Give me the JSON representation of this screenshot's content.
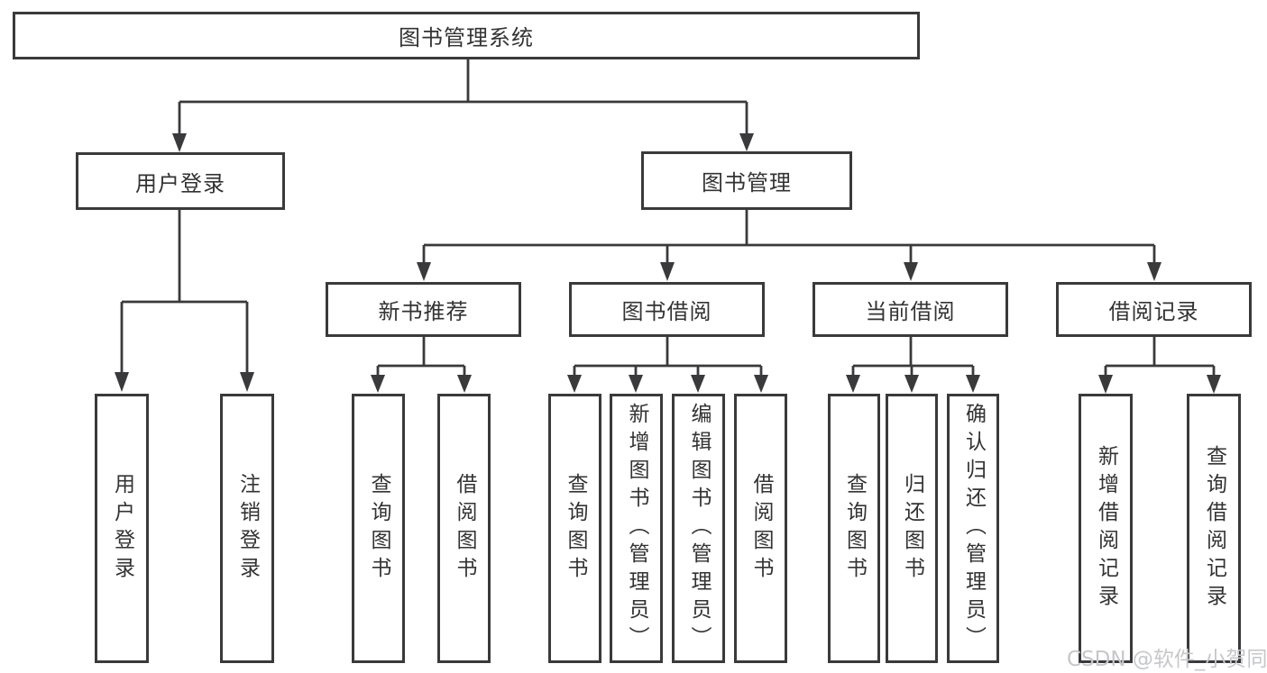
{
  "tree": {
    "label": "图书管理系统",
    "children": [
      {
        "label": "用户登录",
        "children": [
          {
            "label": "用户登录"
          },
          {
            "label": "注销登录"
          }
        ]
      },
      {
        "label": "图书管理",
        "children": [
          {
            "label": "新书推荐",
            "children": [
              {
                "label": "查询图书"
              },
              {
                "label": "借阅图书"
              }
            ]
          },
          {
            "label": "图书借阅",
            "children": [
              {
                "label": "查询图书"
              },
              {
                "label": "新增图书（管理员）"
              },
              {
                "label": "编辑图书（管理员）"
              },
              {
                "label": "借阅图书"
              }
            ]
          },
          {
            "label": "当前借阅",
            "children": [
              {
                "label": "查询图书"
              },
              {
                "label": "归还图书"
              },
              {
                "label": "确认归还（管理员）"
              }
            ]
          },
          {
            "label": "借阅记录",
            "children": [
              {
                "label": "新增借阅记录"
              },
              {
                "label": "查询借阅记录"
              }
            ]
          }
        ]
      }
    ]
  },
  "watermark": {
    "text": "CSDN @软件_小贺同学"
  },
  "colors": {
    "line": "#3a3a3c",
    "text": "#333333",
    "box_background": "#ffffff",
    "watermark": "#c5c7ca"
  }
}
